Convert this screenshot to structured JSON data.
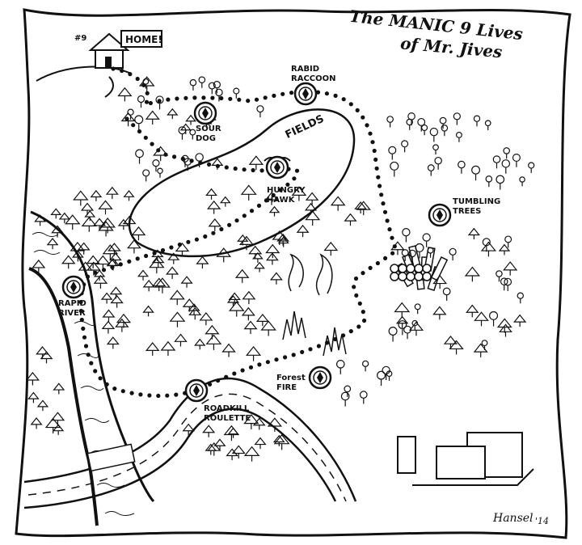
{
  "title": {
    "line1": "The MANIC 9 Lives",
    "line2": "of Mr. Jives"
  },
  "home": {
    "sign": "HOME!",
    "number": "#9"
  },
  "fields_label": "FIELDS",
  "locations": [
    {
      "id": "rabid-raccoon",
      "lines": [
        "RABID",
        "RACCOON"
      ]
    },
    {
      "id": "sour-dog",
      "lines": [
        "SOUR",
        "DOG"
      ]
    },
    {
      "id": "hungry-hawk",
      "lines": [
        "HUNGRY",
        "HAWK"
      ]
    },
    {
      "id": "tumbling-trees",
      "lines": [
        "TUMBLING",
        "TREES"
      ]
    },
    {
      "id": "rapid-river",
      "lines": [
        "RAPID",
        "RIVER"
      ]
    },
    {
      "id": "forest-fire",
      "lines": [
        "Forest",
        "FIRE"
      ]
    },
    {
      "id": "roadkill-roulette",
      "lines": [
        "ROADKILL",
        "ROULETTE"
      ]
    }
  ],
  "signature": {
    "name": "Hansel",
    "year": "'14"
  },
  "colors": {
    "ink": "#111111",
    "paper": "#ffffff"
  }
}
